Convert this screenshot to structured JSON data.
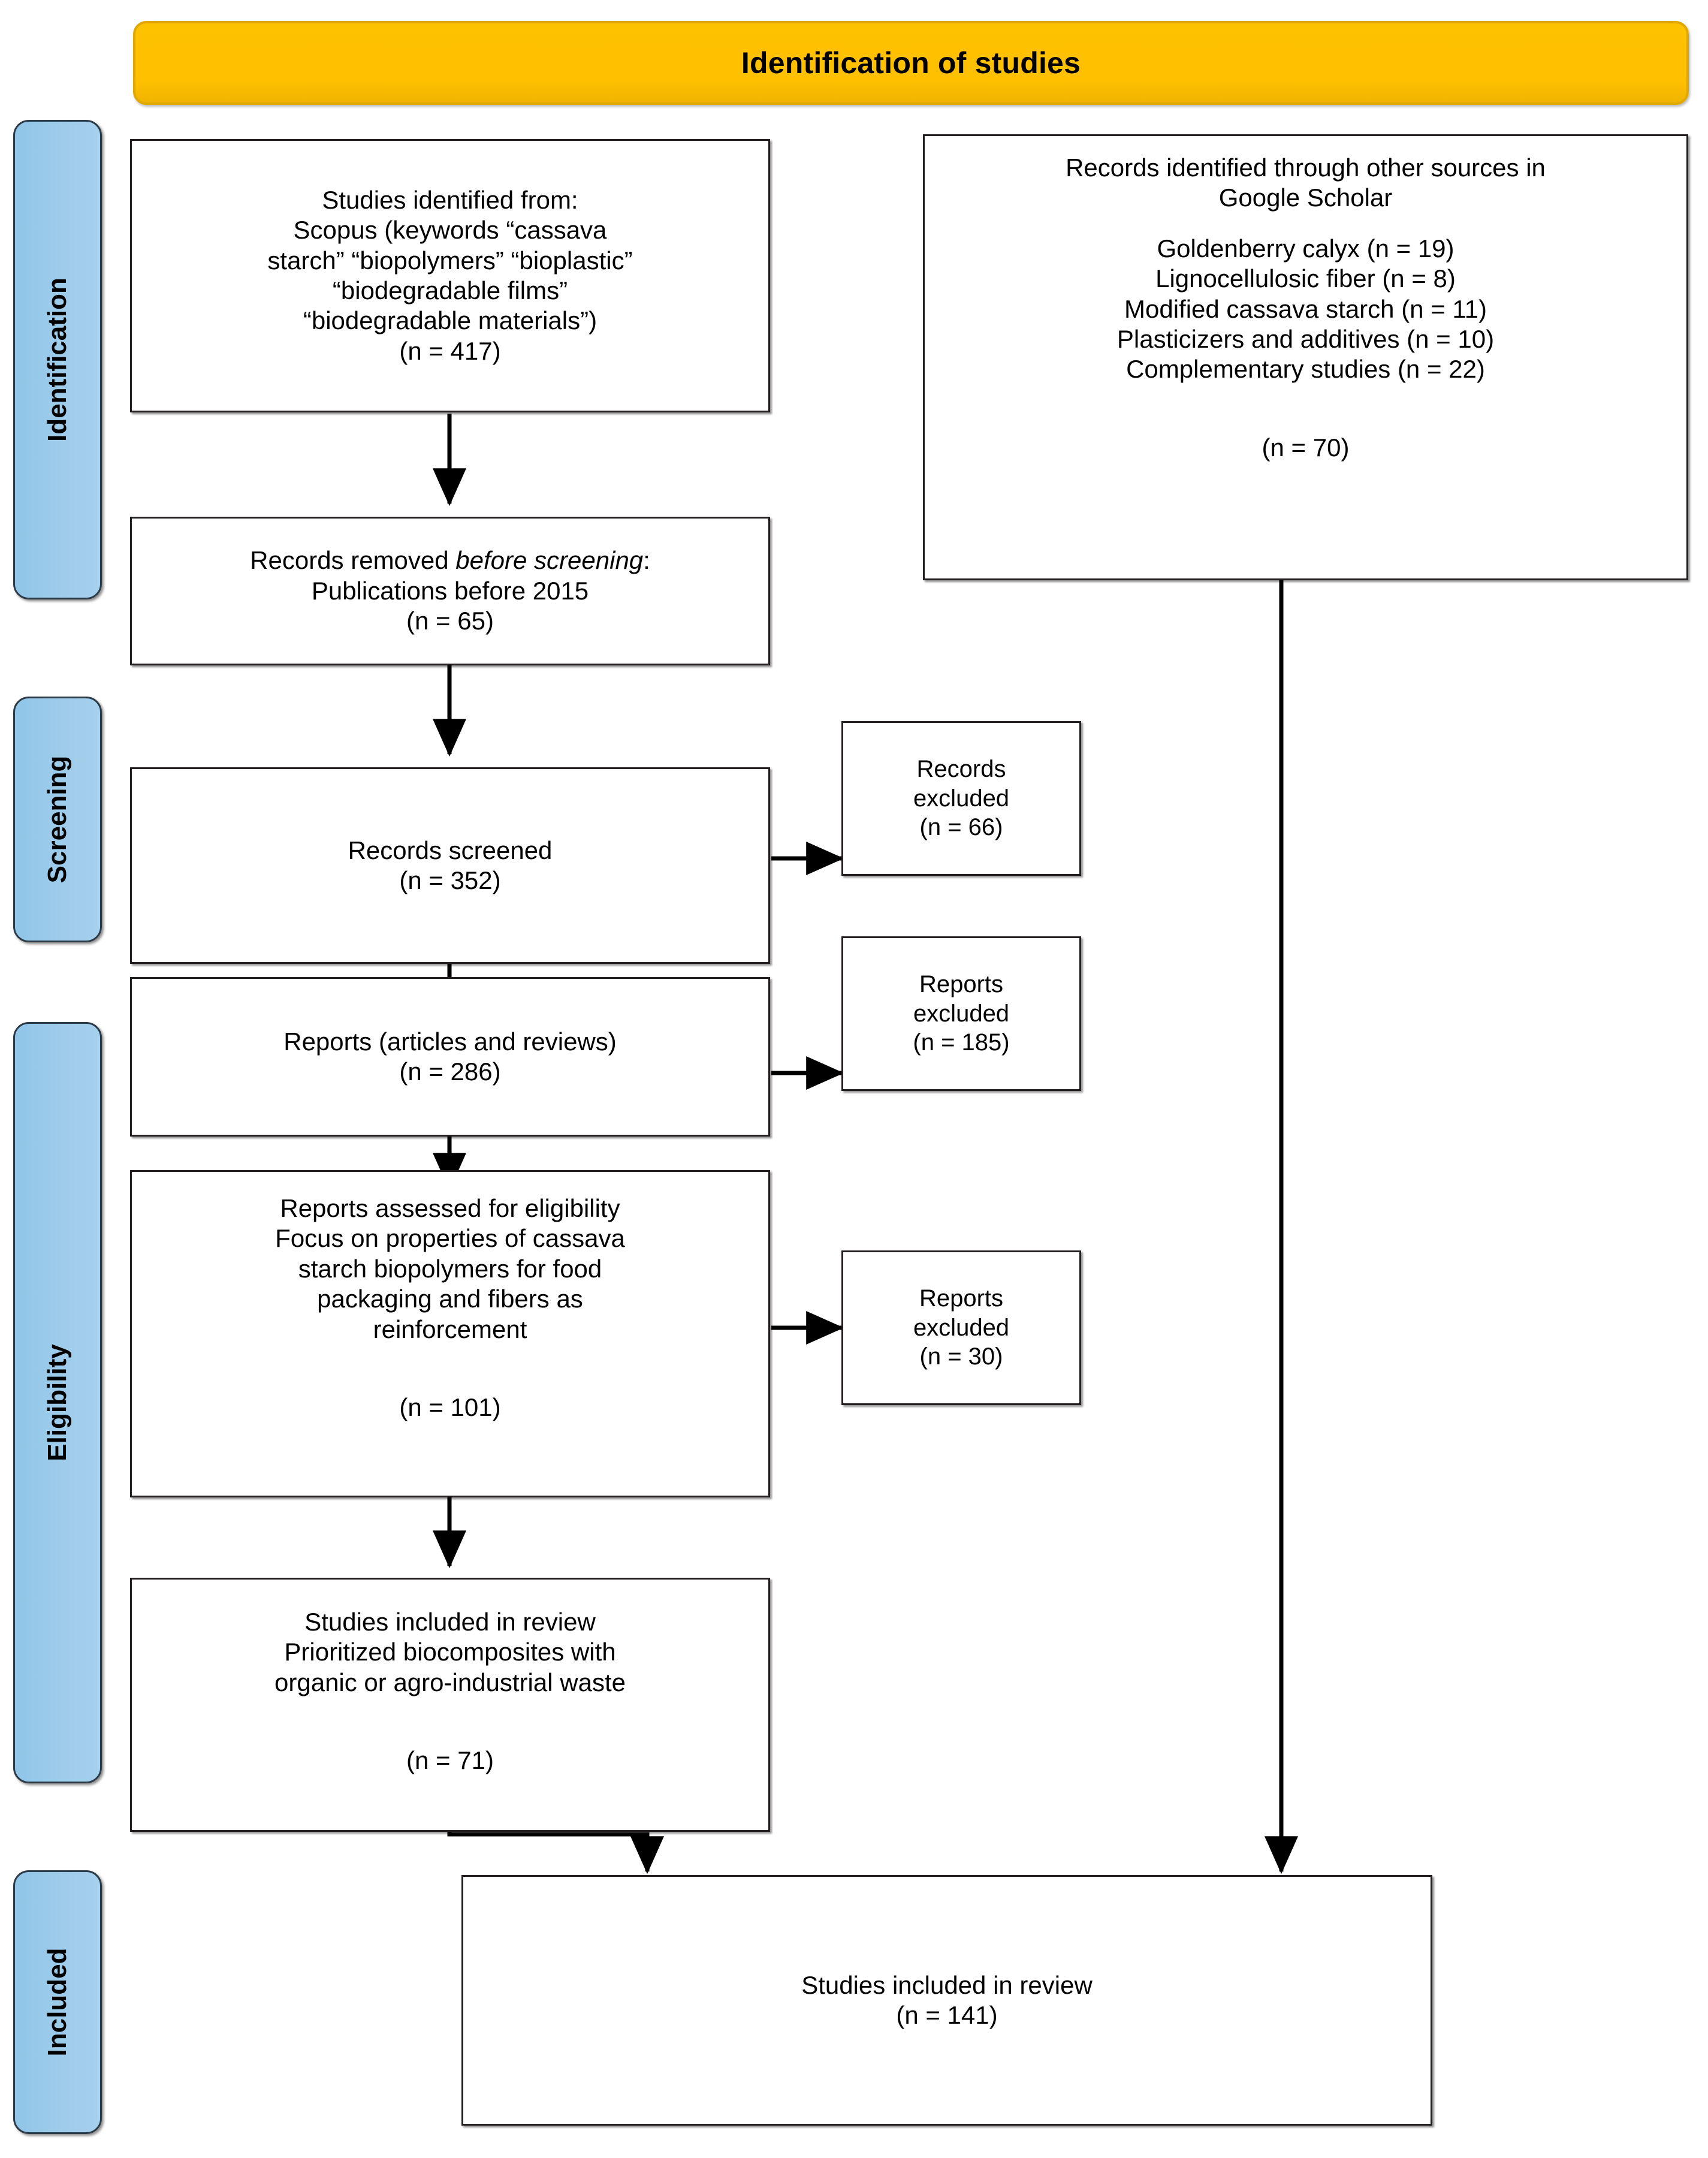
{
  "phase_header": {
    "label": "Identification of studies"
  },
  "stages": [
    {
      "id": "identification",
      "label": "Identification"
    },
    {
      "id": "screening",
      "label": "Screening"
    },
    {
      "id": "eligibility",
      "label": "Eligibility"
    },
    {
      "id": "included",
      "label": "Included"
    }
  ],
  "boxes": {
    "identified": {
      "lines": [
        "Studies identified from:",
        "Scopus (keywords “cassava",
        "starch” “biopolymers” “bioplastic”",
        "“biodegradable films”",
        "“biodegradable materials”)"
      ],
      "count": "(n = 417)"
    },
    "other_sources": {
      "title_lines": [
        "Records identified through other sources in",
        "Google Scholar"
      ],
      "items": [
        "Goldenberry calyx (n = 19)",
        "Lignocellulosic fiber (n = 8)",
        "Modified cassava starch (n = 11)",
        "Plasticizers and additives (n = 10)",
        "Complementary studies (n = 22)"
      ],
      "count": "(n = 70)"
    },
    "removed_before_screening": {
      "line_prefix": "Records removed ",
      "line_italic": "before screening",
      "line_suffix": ":",
      "line2": "Publications before 2015",
      "count": "(n = 65)"
    },
    "records_screened": {
      "line1": "Records screened",
      "count": "(n = 352)"
    },
    "records_excluded": {
      "line1": "Records",
      "line2": "excluded",
      "count": "(n = 66)"
    },
    "reports_articles": {
      "line1": "Reports (articles and reviews)",
      "count": "(n = 286)"
    },
    "reports_excluded_1": {
      "line1": "Reports",
      "line2": "excluded",
      "count": "(n = 185)"
    },
    "reports_eligibility": {
      "lines": [
        "Reports assessed for eligibility",
        "Focus on properties of cassava",
        "starch biopolymers for food",
        "packaging and fibers as",
        "reinforcement"
      ],
      "count": "(n = 101)"
    },
    "reports_excluded_2": {
      "line1": "Reports",
      "line2": "excluded",
      "count": "(n = 30)"
    },
    "studies_included_partial": {
      "lines": [
        "Studies included in review",
        "Prioritized biocomposites with",
        "organic or agro-industrial waste"
      ],
      "count": "(n = 71)"
    },
    "studies_included_total": {
      "line1": "Studies included in review",
      "count": "(n = 141)"
    }
  },
  "colors": {
    "phase_header_fill": "#ffc000",
    "phase_header_border": "#e0a800",
    "stage_tab_fill": "#9ccbea",
    "stage_tab_border": "#2b3a47",
    "box_border": "#231f20",
    "connector": "#000000",
    "page_background": "#ffffff"
  }
}
